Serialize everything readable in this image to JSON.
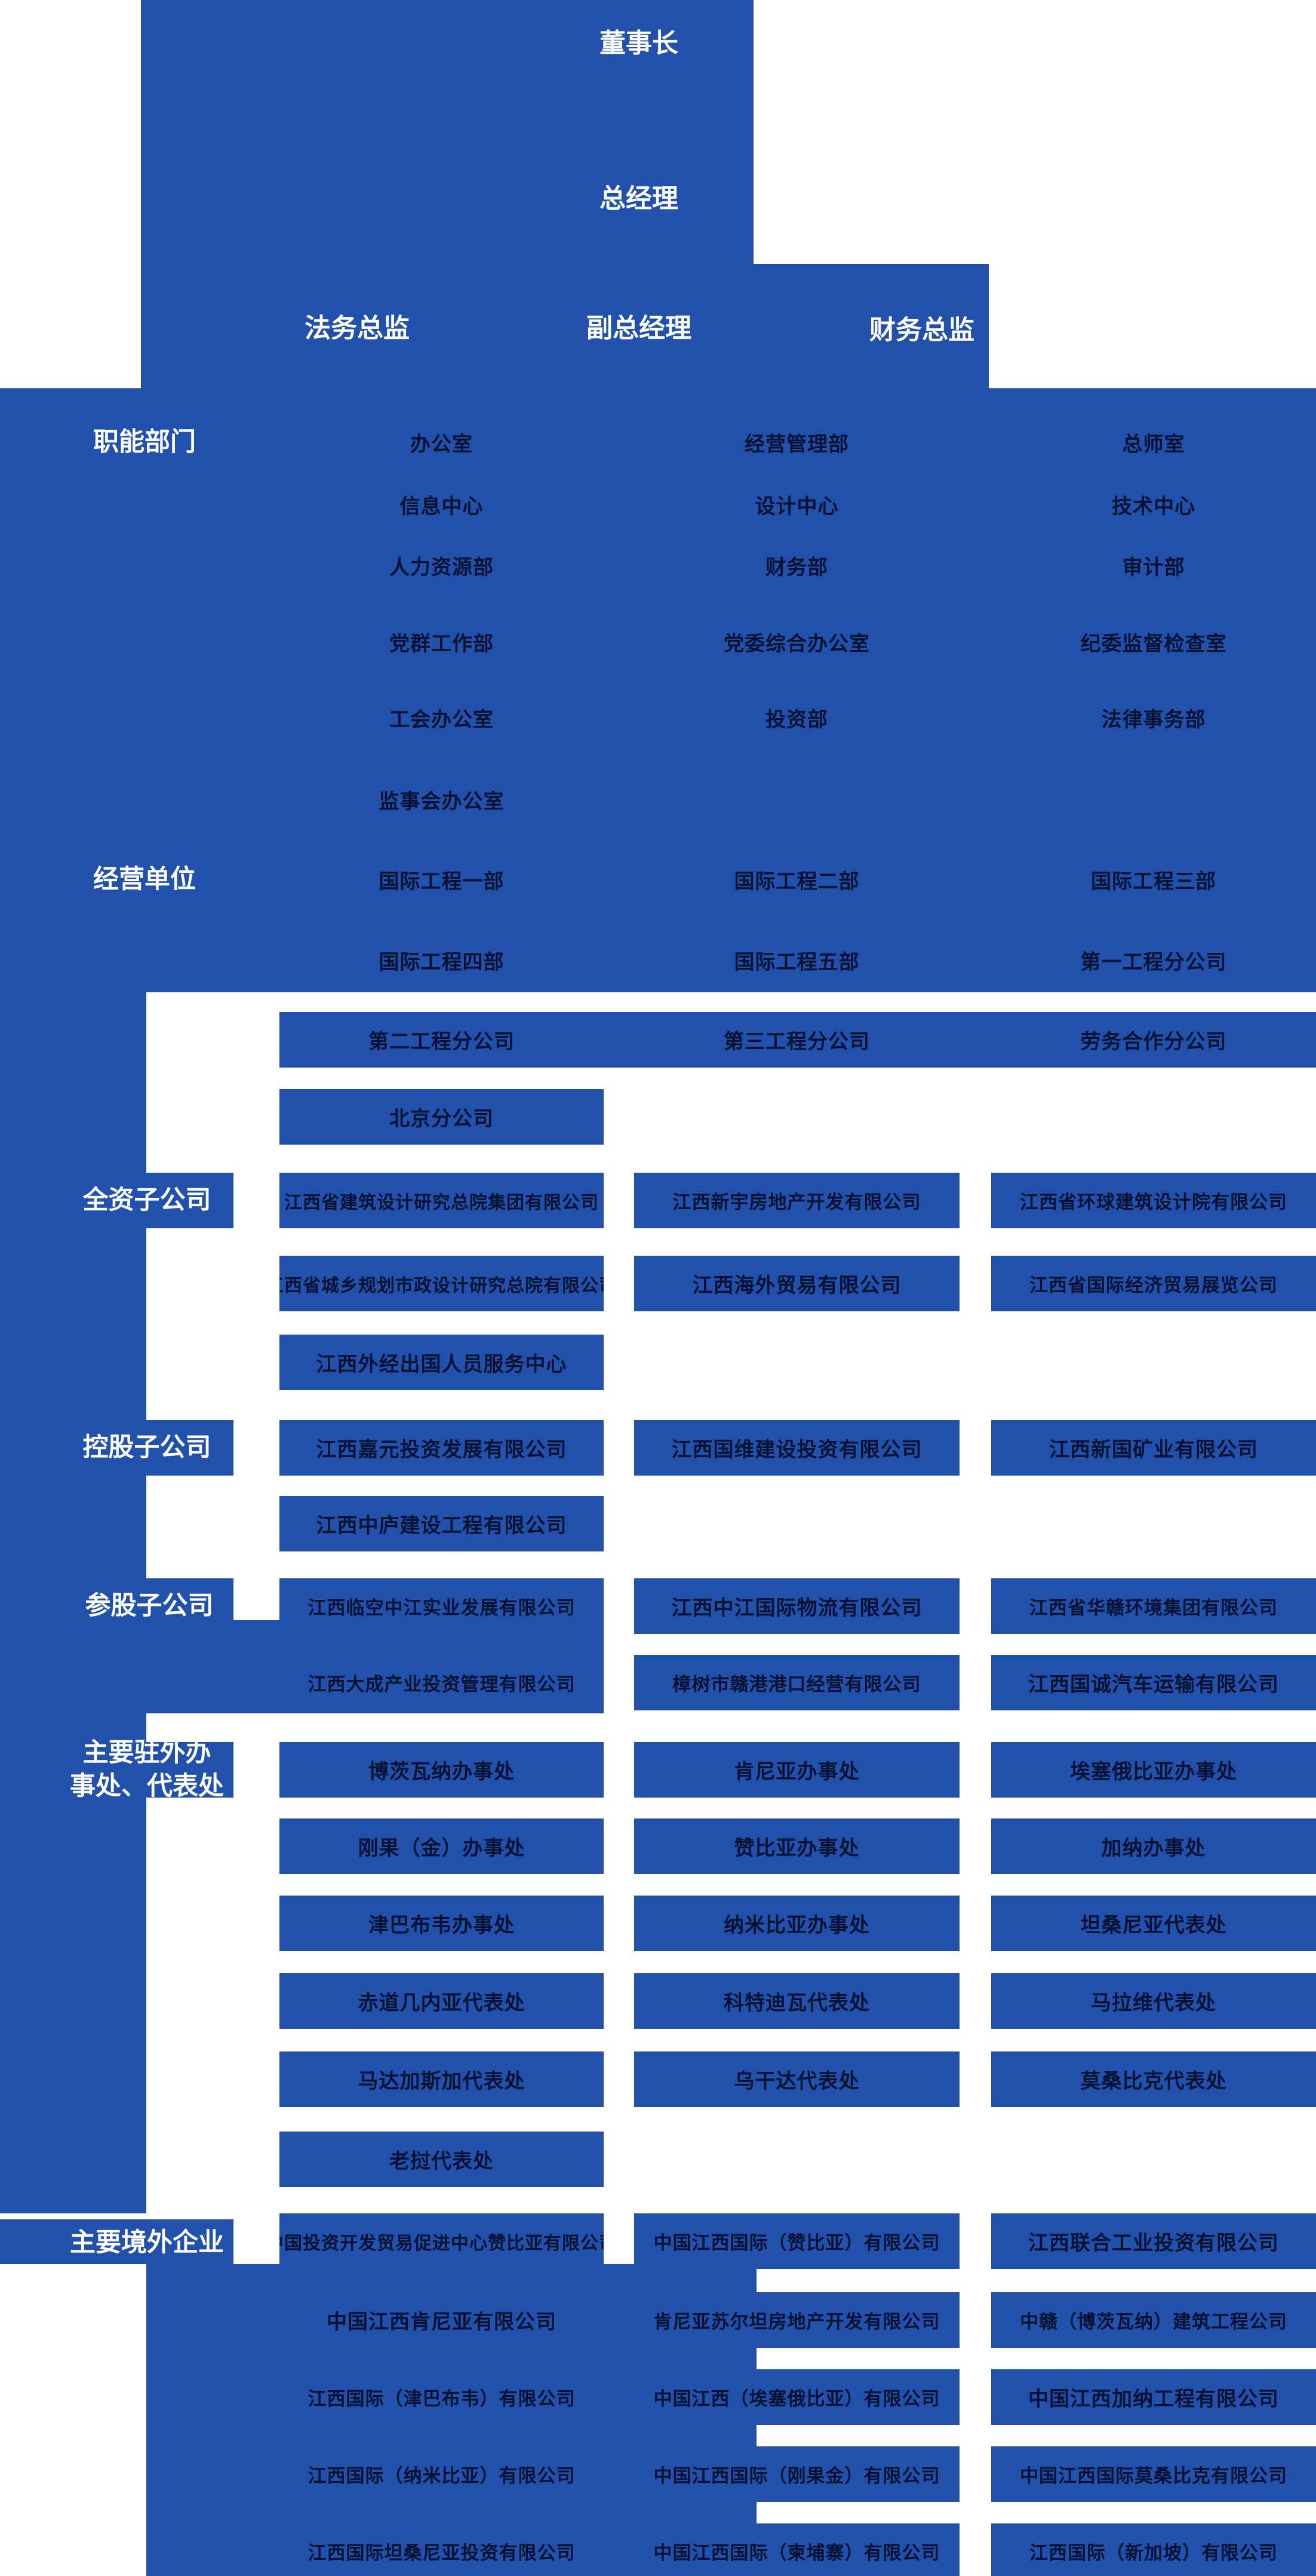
{
  "palette": {
    "panel_blue": "#2251AC",
    "box_blue": "#2251AC",
    "box_text_dark": "#071233",
    "label_white": "#ffffff",
    "page_bg": "#ffffff"
  },
  "top": {
    "chairman": "董事长",
    "general_manager": "总经理",
    "legal_director": "法务总监",
    "deputy_general_manager": "副总经理",
    "finance_director": "财务总监"
  },
  "sections": [
    {
      "id": "functional",
      "label": "职能部门",
      "rows": [
        [
          "办公室",
          "经营管理部",
          "总师室"
        ],
        [
          "信息中心",
          "设计中心",
          "技术中心"
        ],
        [
          "人力资源部",
          "财务部",
          "审计部"
        ],
        [
          "党群工作部",
          "党委综合办公室",
          "纪委监督检查室"
        ],
        [
          "工会办公室",
          "投资部",
          "法律事务部"
        ],
        [
          "监事会办公室",
          null,
          null
        ]
      ]
    },
    {
      "id": "business",
      "label": "经营单位",
      "rows": [
        [
          "国际工程一部",
          "国际工程二部",
          "国际工程三部"
        ],
        [
          "国际工程四部",
          "国际工程五部",
          "第一工程分公司"
        ],
        [
          "第二工程分公司",
          "第三工程分公司",
          "劳务合作分公司"
        ],
        [
          "北京分公司",
          null,
          null
        ]
      ]
    },
    {
      "id": "wholly-owned",
      "label": "全资子公司",
      "rows": [
        [
          "江西省建筑设计研究总院集团有限公司",
          "江西新宇房地产开发有限公司",
          "江西省环球建筑设计院有限公司"
        ],
        [
          "江西省城乡规划市政设计研究总院有限公司",
          "江西海外贸易有限公司",
          "江西省国际经济贸易展览公司"
        ],
        [
          "江西外经出国人员服务中心",
          null,
          null
        ]
      ]
    },
    {
      "id": "holding",
      "label": "控股子公司",
      "rows": [
        [
          "江西嘉元投资发展有限公司",
          "江西国维建设投资有限公司",
          "江西新国矿业有限公司"
        ],
        [
          "江西中庐建设工程有限公司",
          null,
          null
        ]
      ]
    },
    {
      "id": "minority-stake",
      "label": "参股子公司",
      "rows": [
        [
          "江西临空中江实业发展有限公司",
          "江西中江国际物流有限公司",
          "江西省华赣环境集团有限公司"
        ],
        [
          "江西大成产业投资管理有限公司",
          "樟树市赣港港口经营有限公司",
          "江西国诚汽车运输有限公司"
        ]
      ]
    },
    {
      "id": "overseas-offices",
      "label": "主要驻外办事处、代表处",
      "label_lines": [
        "主要驻外办",
        "事处、代表处"
      ],
      "rows": [
        [
          "博茨瓦纳办事处",
          "肯尼亚办事处",
          "埃塞俄比亚办事处"
        ],
        [
          "刚果（金）办事处",
          "赞比亚办事处",
          "加纳办事处"
        ],
        [
          "津巴布韦办事处",
          "纳米比亚办事处",
          "坦桑尼亚代表处"
        ],
        [
          "赤道几内亚代表处",
          "科特迪瓦代表处",
          "马拉维代表处"
        ],
        [
          "马达加斯加代表处",
          "乌干达代表处",
          "莫桑比克代表处"
        ],
        [
          "老挝代表处",
          null,
          null
        ]
      ]
    },
    {
      "id": "overseas-enterprises",
      "label": "主要境外企业",
      "rows": [
        [
          "中国投资开发贸易促进中心赞比亚有限公司",
          "中国江西国际（赞比亚）有限公司",
          "江西联合工业投资有限公司"
        ],
        [
          "中国江西肯尼亚有限公司",
          "肯尼亚苏尔坦房地产开发有限公司",
          "中赣（博茨瓦纳）建筑工程公司"
        ],
        [
          "江西国际（津巴布韦）有限公司",
          "中国江西（埃塞俄比亚）有限公司",
          "中国江西加纳工程有限公司"
        ],
        [
          "江西国际（纳米比亚）有限公司",
          "中国江西国际（刚果金）有限公司",
          "中国江西国际莫桑比克有限公司"
        ],
        [
          "江西国际坦桑尼亚投资有限公司",
          "中国江西国际（柬埔寨）有限公司",
          "江西国际（新加坡）有限公司"
        ]
      ]
    }
  ]
}
